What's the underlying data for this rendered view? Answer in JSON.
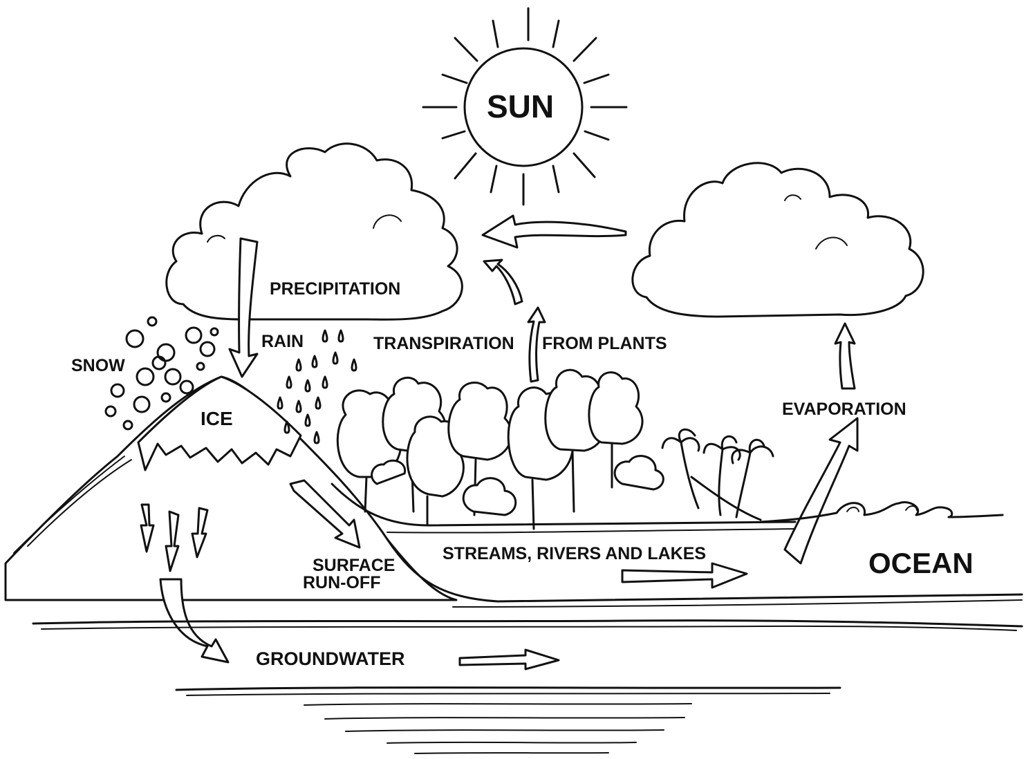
{
  "labels": {
    "sun": "SUN",
    "precipitation": "PRECIPITATION",
    "rain": "RAIN",
    "snow": "SNOW",
    "ice": "ICE",
    "transpiration": "TRANSPIRATION",
    "from_plants": "FROM PLANTS",
    "evaporation": "EVAPORATION",
    "surface_line1": "SURFACE",
    "surface_line2": "RUN-OFF",
    "streams": "STREAMS, RIVERS AND LAKES",
    "ocean": "OCEAN",
    "groundwater": "GROUNDWATER"
  },
  "colors": {
    "ink": "#111111",
    "paper": "#ffffff"
  }
}
